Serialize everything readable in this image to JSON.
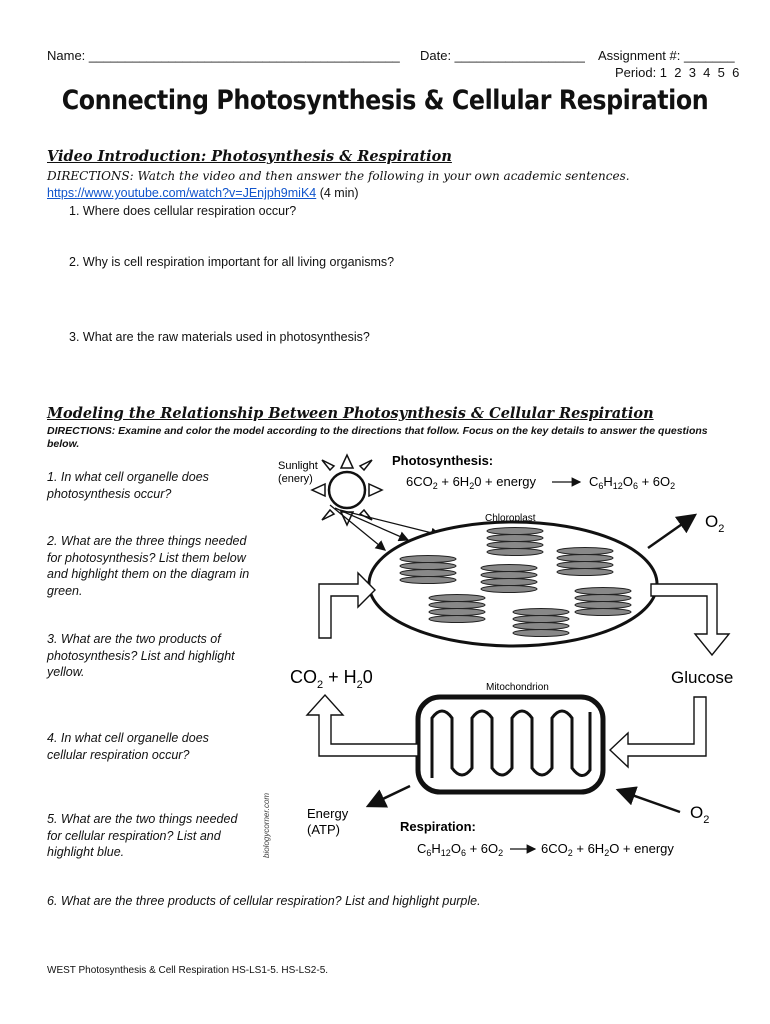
{
  "header": {
    "name_label": "Name: ___________________________________________",
    "date_label": "Date: __________________",
    "assignment_label": "Assignment #: _______",
    "period_label": "Period: 1  2  3  4  5  6"
  },
  "title": "Connecting Photosynthesis & Cellular Respiration",
  "section1": {
    "heading": "Video Introduction: Photosynthesis & Respiration",
    "directions": "DIRECTIONS: Watch the video and then answer the following in your own academic sentences.",
    "link": "https://www.youtube.com/watch?v=JEnjph9miK4",
    "link_suffix": " (4 min)",
    "questions": [
      "1.   Where does cellular respiration occur?",
      "2.   Why is cell respiration important for all living organisms?",
      "3.   What are the raw materials used in photosynthesis?"
    ]
  },
  "section2": {
    "heading": "Modeling the Relationship Between Photosynthesis & Cellular Respiration",
    "directions": "DIRECTIONS: Examine and color the model according to the directions that follow. Focus on the key details to answer the questions below.",
    "questions": [
      "1. In what cell organelle does photosynthesis occur?",
      "2. What are the three things needed for photosynthesis? List them below and highlight them on the diagram in green.",
      "3. What are the two products of photosynthesis? List and highlight yellow.",
      "4. In what cell organelle does cellular respiration occur?",
      "5. What are the two things needed for cellular respiration? List and highlight blue.",
      "6. What are the three products of cellular respiration? List and highlight purple."
    ]
  },
  "diagram": {
    "sunlight": "Sunlight",
    "energy_note": "(enery)",
    "photosynthesis_label": "Photosynthesis:",
    "chloroplast": "Chloroplast",
    "mitochondrion": "Mitochondrion",
    "o2": "O",
    "co2_h2o": "CO",
    "glucose": "Glucose",
    "energy": "Energy",
    "atp": "(ATP)",
    "respiration_label": "Respiration:",
    "credit": "biologycorner.com"
  },
  "footer": "WEST Photosynthesis & Cell Respiration HS-LS1-5. HS-LS2-5."
}
